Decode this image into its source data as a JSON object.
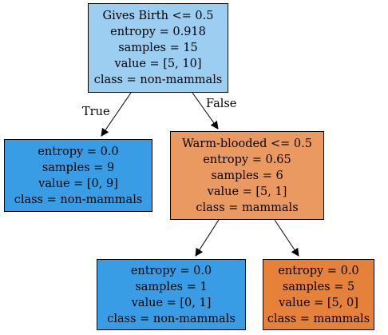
{
  "tree": {
    "root": {
      "condition": "Gives Birth <= 0.5",
      "entropy": "entropy = 0.918",
      "samples": "samples = 15",
      "value": "value = [5, 10]",
      "class": "class = non-mammals",
      "color": "#9ccef2"
    },
    "left_leaf": {
      "entropy": "entropy = 0.0",
      "samples": "samples = 9",
      "value": "value = [0, 9]",
      "class": "class = non-mammals",
      "color": "#399de5"
    },
    "right_split": {
      "condition": "Warm-blooded <= 0.5",
      "entropy": "entropy = 0.65",
      "samples": "samples = 6",
      "value": "value = [5, 1]",
      "class": "class = mammals",
      "color": "#ea9a61"
    },
    "right_left_leaf": {
      "entropy": "entropy = 0.0",
      "samples": "samples = 1",
      "value": "value = [0, 1]",
      "class": "class = non-mammals",
      "color": "#399de5"
    },
    "right_right_leaf": {
      "entropy": "entropy = 0.0",
      "samples": "samples = 5",
      "value": "value = [5, 0]",
      "class": "class = mammals",
      "color": "#e58139"
    }
  },
  "edge_labels": {
    "true_label": "True",
    "false_label": "False"
  }
}
